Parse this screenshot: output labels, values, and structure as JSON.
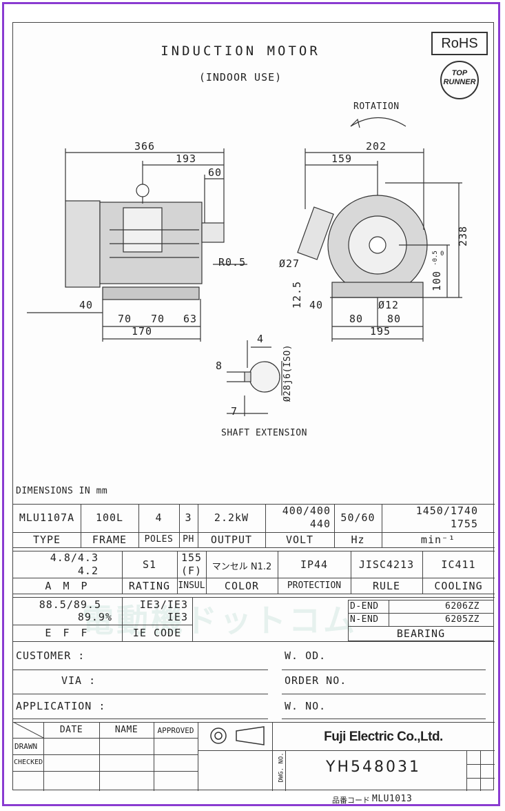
{
  "header": {
    "title": "INDUCTION MOTOR",
    "subtitle": "(INDOOR USE)",
    "rohs_label": "RoHS",
    "badge_line1": "TOP",
    "badge_line2": "RUNNER"
  },
  "drawing": {
    "rotation_label": "ROTATION",
    "dims_front": {
      "d366": "366",
      "d193": "193",
      "d60": "60",
      "r05": "R0.5",
      "d40": "40",
      "d70a": "70",
      "d70b": "70",
      "d63": "63",
      "d170": "170"
    },
    "dims_side": {
      "d202": "202",
      "d159": "159",
      "d238": "238",
      "d100": "100",
      "d100_tol_upper": "0",
      "d100_tol_lower": "-0.5",
      "d27": "Ø27",
      "d12_5": "12.5",
      "d40": "40",
      "d12": "Ø12",
      "d80a": "80",
      "d80b": "80",
      "d195": "195"
    },
    "shaft": {
      "d4": "4",
      "d8": "8",
      "d7": "7",
      "d28": "Ø28j6(ISO)",
      "label": "SHAFT EXTENSION"
    },
    "dimensions_note": "DIMENSIONS IN mm"
  },
  "spec_row1": {
    "values": {
      "model": "MLU1107A",
      "frame": "100L",
      "poles": "4",
      "ph": "3",
      "output": "2.2kW",
      "volt_line1": "400/400",
      "volt_line2": "440",
      "hz": "50/60",
      "min_line1": "1450/1740",
      "min_line2": "1755"
    },
    "labels": {
      "type": "TYPE",
      "frame": "FRAME",
      "poles": "POLES",
      "ph": "PH",
      "output": "OUTPUT",
      "volt": "VOLT",
      "hz": "Hz",
      "min": "min⁻¹"
    }
  },
  "spec_row2": {
    "values": {
      "amp_line1": "4.8/4.3",
      "amp_line2": "4.2",
      "rating": "S1",
      "insul_line1": "155",
      "insul_line2": "(F)",
      "color": "マンセル N1.2",
      "protection": "IP44",
      "rule": "JISC4213",
      "cooling": "IC411"
    },
    "labels": {
      "amp": "A M P",
      "rating": "RATING",
      "insul": "INSUL",
      "color": "COLOR",
      "protection": "PROTECTION",
      "rule": "RULE",
      "cooling": "COOLING"
    }
  },
  "spec_row3": {
    "values": {
      "eff_line1": "88.5/89.5",
      "eff_line2": "89.9%",
      "ie_line1": "IE3/IE3",
      "ie_line2": "IE3"
    },
    "labels": {
      "eff": "E F F",
      "ie": "IE CODE"
    },
    "bearing": {
      "d_end_label": "D-END",
      "d_end_value": "6206ZZ",
      "n_end_label": "N-END",
      "n_end_value": "6205ZZ",
      "label": "BEARING"
    }
  },
  "customer": {
    "customer": "CUSTOMER :",
    "via": "VIA :",
    "application": "APPLICATION :",
    "wod": "W. OD.",
    "order_no": "ORDER NO.",
    "wno": "W. NO."
  },
  "title_block": {
    "date": "DATE",
    "name": "NAME",
    "approved": "APPROVED",
    "drawn": "DRAWN",
    "checked": "CHECKED",
    "company": "Fuji Electric Co.,Ltd.",
    "dwg_no_label": "DWG. NO.",
    "dwg_no": "YH548031"
  },
  "footer": {
    "code_label": "品番コード",
    "code_value": "MLU1013"
  },
  "watermark": {
    "text": "電動機ドットコム"
  },
  "colors": {
    "frame": "#8a3bd1",
    "ink": "#333333",
    "watermark": "#e6f1ee"
  }
}
